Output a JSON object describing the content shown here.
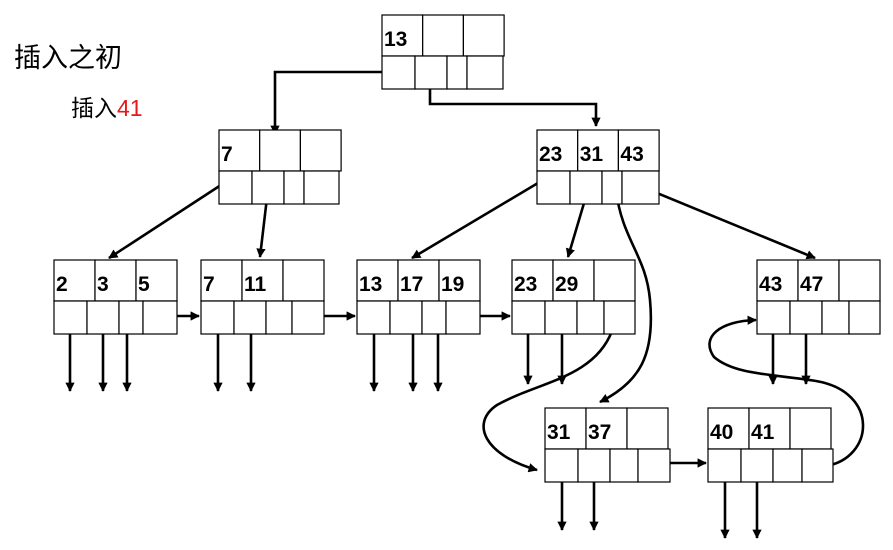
{
  "title": "插入之初",
  "subtitle": {
    "prefix": "插入",
    "value": "41",
    "value_color": "#e41a1a"
  },
  "nodes": {
    "root": {
      "keys": [
        "13"
      ],
      "slots": 3
    },
    "inner_left": {
      "keys": [
        "7"
      ],
      "slots": 3
    },
    "inner_right": {
      "keys": [
        "23",
        "31",
        "43"
      ],
      "slots": 3
    },
    "leaf_1": {
      "keys": [
        "2",
        "3",
        "5"
      ],
      "slots": 3
    },
    "leaf_2": {
      "keys": [
        "7",
        "11"
      ],
      "slots": 3
    },
    "leaf_3": {
      "keys": [
        "13",
        "17",
        "19"
      ],
      "slots": 3
    },
    "leaf_4": {
      "keys": [
        "23",
        "29"
      ],
      "slots": 3
    },
    "leaf_5": {
      "keys": [
        "43",
        "47"
      ],
      "slots": 3
    },
    "leaf_6": {
      "keys": [
        "31",
        "37"
      ],
      "slots": 3
    },
    "leaf_7": {
      "keys": [
        "40",
        "41"
      ],
      "slots": 3
    }
  }
}
